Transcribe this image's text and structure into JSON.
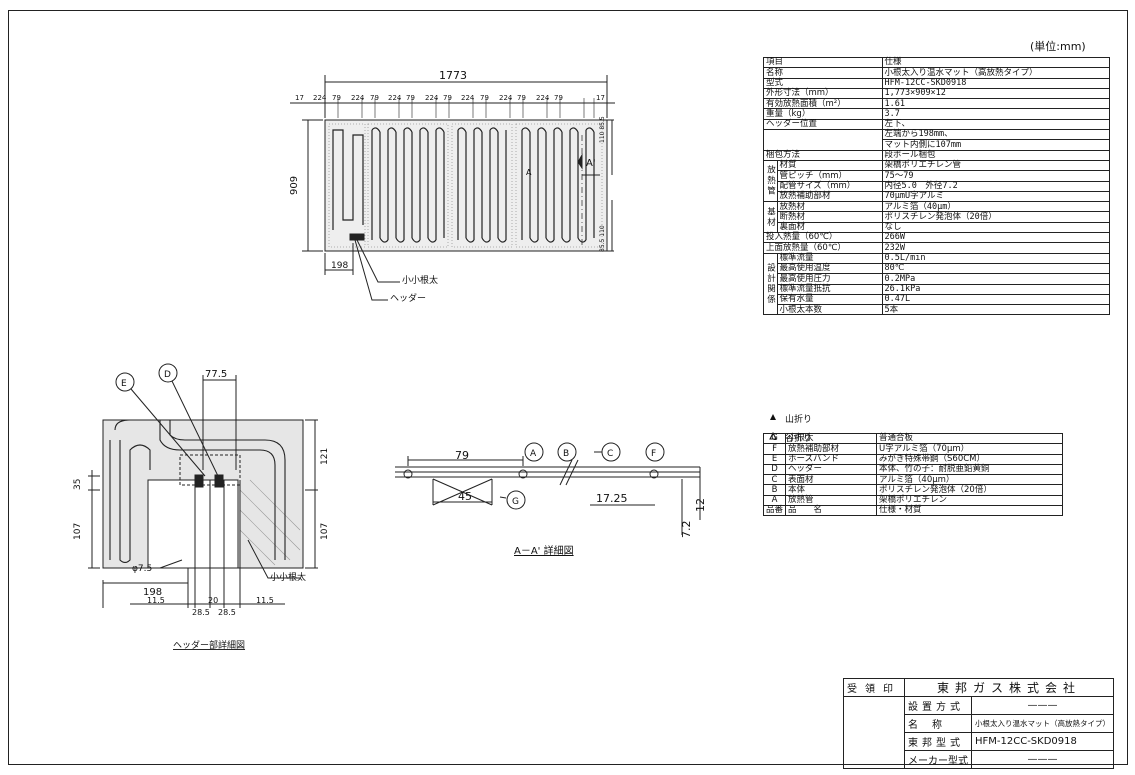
{
  "unit_note": "(単位:mm)",
  "plan": {
    "overall_width": "1773",
    "dims": [
      "17",
      "224",
      "79",
      "224",
      "79",
      "224",
      "79",
      "224",
      "79",
      "224",
      "79",
      "224",
      "79",
      "224",
      "79",
      "17"
    ],
    "height": "909",
    "right_top_dim": "110 85.5",
    "right_bottom_dim": "85.5 110",
    "header_offset": "198",
    "label_small_root": "小小根太",
    "label_header": "ヘッダー",
    "section_mark": "A'",
    "section_mark_a": "A"
  },
  "header_detail": {
    "callout_e": "E",
    "callout_d": "D",
    "dim_77_5": "77.5",
    "dim_121": "121",
    "dim_107_right": "107",
    "dim_35": "35",
    "dim_107_left": "107",
    "dim_phi": "φ7.5",
    "dim_198": "198",
    "dim_11_5_left": "11.5",
    "dim_20": "20",
    "dim_28_5_a": "28.5",
    "dim_28_5_b": "28.5",
    "dim_11_5_right": "11.5",
    "label_small_root": "小小根太",
    "caption": "ヘッダー部詳細図"
  },
  "section": {
    "dim_79": "79",
    "dim_45": "45",
    "dim_17_25": "17.25",
    "dim_12": "12",
    "dim_7_2": "7.2",
    "callout_a": "A",
    "callout_b": "B",
    "callout_c": "C",
    "callout_f": "F",
    "callout_g": "G",
    "caption": "A－A' 詳細図"
  },
  "legend": {
    "mountain": "山折り",
    "valley": "谷折り"
  },
  "spec_table": [
    {
      "group": "",
      "label": "項目",
      "value": "仕様"
    },
    {
      "group": "",
      "label": "名称",
      "value": "小根太入り温水マット（高放熱タイプ）"
    },
    {
      "group": "",
      "label": "型式",
      "value": "HFM-12CC-SKD0918"
    },
    {
      "group": "",
      "label": "外形寸法（mm）",
      "value": "1,773×909×12"
    },
    {
      "group": "",
      "label": "有効放熱面積（m²）",
      "value": "1.61"
    },
    {
      "group": "",
      "label": "重量（kg）",
      "value": "3.7"
    },
    {
      "group": "",
      "label": "ヘッダー位置",
      "value": "左下、"
    },
    {
      "group": "",
      "label": "",
      "value": "左端から198mm、"
    },
    {
      "group": "",
      "label": "",
      "value": "マット内側に107mm"
    },
    {
      "group": "",
      "label": "梱包方法",
      "value": "段ボール梱包"
    },
    {
      "group": "放熱管",
      "label": "材質",
      "value": "架橋ポリエチレン管"
    },
    {
      "group": "放熱管",
      "label": "管ピッチ（mm）",
      "value": "75～79"
    },
    {
      "group": "放熱管",
      "label": "配管サイズ（mm）",
      "value": "内径5.0　外径7.2"
    },
    {
      "group": "放熱管",
      "label": "放熱補助部材",
      "value": "70μmU字アルミ"
    },
    {
      "group": "基材",
      "label": "放熱材",
      "value": "アルミ箔（40μm）"
    },
    {
      "group": "基材",
      "label": "断熱材",
      "value": "ポリスチレン発泡体（20倍）"
    },
    {
      "group": "基材",
      "label": "裏面材",
      "value": "なし"
    },
    {
      "group": "",
      "label": "投入熱量（60℃）",
      "value": "266W"
    },
    {
      "group": "",
      "label": "上面放熱量（60℃）",
      "value": "232W"
    },
    {
      "group": "設計関係",
      "label": "標準流量",
      "value": "0.5L/min"
    },
    {
      "group": "設計関係",
      "label": "最高使用温度",
      "value": "80℃"
    },
    {
      "group": "設計関係",
      "label": "最高使用圧力",
      "value": "0.2MPa"
    },
    {
      "group": "設計関係",
      "label": "標準流量抵抗",
      "value": "26.1kPa"
    },
    {
      "group": "設計関係",
      "label": "保有水量",
      "value": "0.47L"
    },
    {
      "group": "設計関係",
      "label": "小根太本数",
      "value": "5本"
    }
  ],
  "parts_table": [
    {
      "code": "G",
      "name": "小根太",
      "spec": "普通合板"
    },
    {
      "code": "F",
      "name": "放熱補助部材",
      "spec": "U字アルミ箔（70μm）"
    },
    {
      "code": "E",
      "name": "ホースバンド",
      "spec": "みがき特殊帯鋼（S60CM）"
    },
    {
      "code": "D",
      "name": "ヘッダー",
      "spec": "本体、竹の子：耐脱亜鉛黄銅"
    },
    {
      "code": "C",
      "name": "表面材",
      "spec": "アルミ箔（40μm）"
    },
    {
      "code": "B",
      "name": "本体",
      "spec": "ポリスチレン発泡体（20倍）"
    },
    {
      "code": "A",
      "name": "放熱管",
      "spec": "架橋ポリエチレン"
    },
    {
      "code": "品番",
      "name": "品　　名",
      "spec": "仕様・材質"
    }
  ],
  "title": {
    "stamp_label": "受領印",
    "company": "東邦ガス株式会社",
    "rows": [
      {
        "label": "設置方式",
        "value": "———"
      },
      {
        "label": "名称",
        "value": "小根太入り温水マット（高放熱タイプ）"
      },
      {
        "label": "東邦型式",
        "value": "HFM-12CC-SKD0918"
      },
      {
        "label": "メーカー型式",
        "value": "———"
      }
    ]
  }
}
